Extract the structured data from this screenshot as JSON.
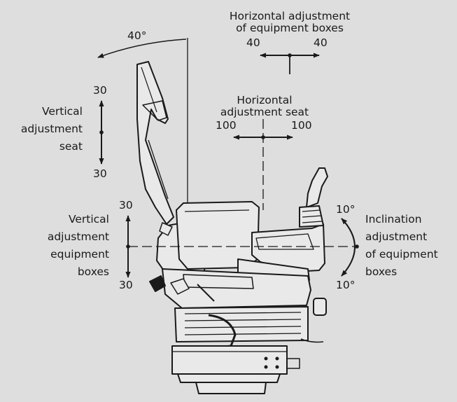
{
  "annotations": {
    "backrest_angle": "40°",
    "horizontal_boxes": {
      "line1": "Horizontal adjustment",
      "line2": "of equipment boxes",
      "left_value": "40",
      "right_value": "40"
    },
    "horizontal_seat": {
      "line1": "Horizontal",
      "line2": "adjustment seat",
      "left_value": "100",
      "right_value": "100"
    },
    "vertical_seat": {
      "line1": "Vertical",
      "line2": "adjustment",
      "line3": "seat",
      "top_value": "30",
      "bottom_value": "30"
    },
    "vertical_boxes": {
      "line1": "Vertical",
      "line2": "adjustment",
      "line3": "equipment",
      "line4": "boxes",
      "top_value": "30",
      "bottom_value": "30"
    },
    "inclination_boxes": {
      "line1": "Inclination",
      "line2": "adjustment",
      "line3": "of equipment",
      "line4": "boxes",
      "top_value": "10°",
      "bottom_value": "10°"
    }
  },
  "colors": {
    "background": "#dedede",
    "line": "#1a1a1a",
    "seat_fill": "#e9e9e9"
  }
}
